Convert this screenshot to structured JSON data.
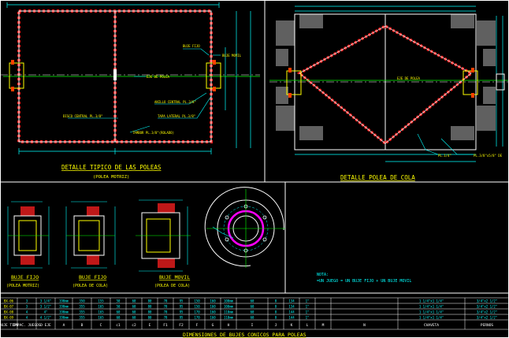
{
  "top_left": {
    "title": "DETALLE TIPICO DE LAS POLEAS",
    "subtitle": "(POLEA MOTRIZ)",
    "labels": {
      "eje": "EJE DE POLEA",
      "buje_fijo": "BUJE FIJO",
      "buje_movil": "BUJE MOVIL",
      "disco": "DISCO CENTRAL PL.3/8\"",
      "anillo": "ANILLO CENTRAL PL.3/8\"",
      "tapa": "TAPA LATERAL PL.3/8\"",
      "tambor": "TAMBOR PL.3/8\"(ROLADO)"
    }
  },
  "top_right": {
    "title": "DETALLE POLEA DE COLA",
    "labels": {
      "eje": "EJE DE POLEA",
      "pl1": "PL.1/4\"",
      "pl2": "PL.3/8\"x5/8\" DE"
    }
  },
  "bottom": {
    "parts": [
      {
        "name": "BUJE FIJO",
        "sub": "(POLEA MOTRIZ)"
      },
      {
        "name": "BUJE FIJO",
        "sub": "(POLEA DE COLA)"
      },
      {
        "name": "BUJE MOVIL",
        "sub": "(POLEA DE COLA)"
      }
    ],
    "nota_title": "NOTA:",
    "nota_text": "=UN JUEGO = UN BUJE FIJO + UN BUJE MOVIL"
  },
  "table": {
    "title": "DIMENSIONES DE BUJES CONICOS PARA POLEAS",
    "headers": [
      "BUJE TIPO",
      "CAPAC. JUEGOS",
      "D EJE",
      "A",
      "B",
      "C",
      "c1",
      "c2",
      "E",
      "F1",
      "F2",
      "F",
      "G",
      "H",
      "I",
      "J",
      "K",
      "L",
      "M",
      "N",
      "CHAVETA",
      "PERNOS"
    ],
    "rows": [
      [
        "BX-06",
        "3",
        "3 1/4\"",
        "190mm",
        "350",
        "155",
        "50",
        "60",
        "80",
        "78",
        "95",
        "150",
        "160",
        "100mm",
        "60",
        "8",
        "134",
        "1\"",
        "1 1/4\"x1 1/4\"",
        "3/4\"x2 1/2\""
      ],
      [
        "BX-07",
        "3",
        "3 1/2\"",
        "190mm",
        "355",
        "165",
        "50",
        "60",
        "80",
        "78",
        "95",
        "150",
        "160",
        "100mm",
        "60",
        "8",
        "134",
        "1\"",
        "1 1/4\"x1 1/4\"",
        "3/4\"x2 1/2\""
      ],
      [
        "BX-08",
        "4",
        "4\"",
        "190mm",
        "355",
        "165",
        "60",
        "60",
        "80",
        "78",
        "95",
        "170",
        "160",
        "110mm",
        "60",
        "8",
        "144",
        "1\"",
        "1 1/4\"x1 1/4\"",
        "3/4\"x2 1/2\""
      ],
      [
        "BX-09",
        "4",
        "4 1/2\"",
        "190mm",
        "355",
        "165",
        "60",
        "60",
        "80",
        "78",
        "95",
        "170",
        "160",
        "110mm",
        "60",
        "8",
        "144",
        "1\"",
        "1 1/4\"x1 1/4\"",
        "3/4\"x2 1/2\""
      ]
    ]
  }
}
